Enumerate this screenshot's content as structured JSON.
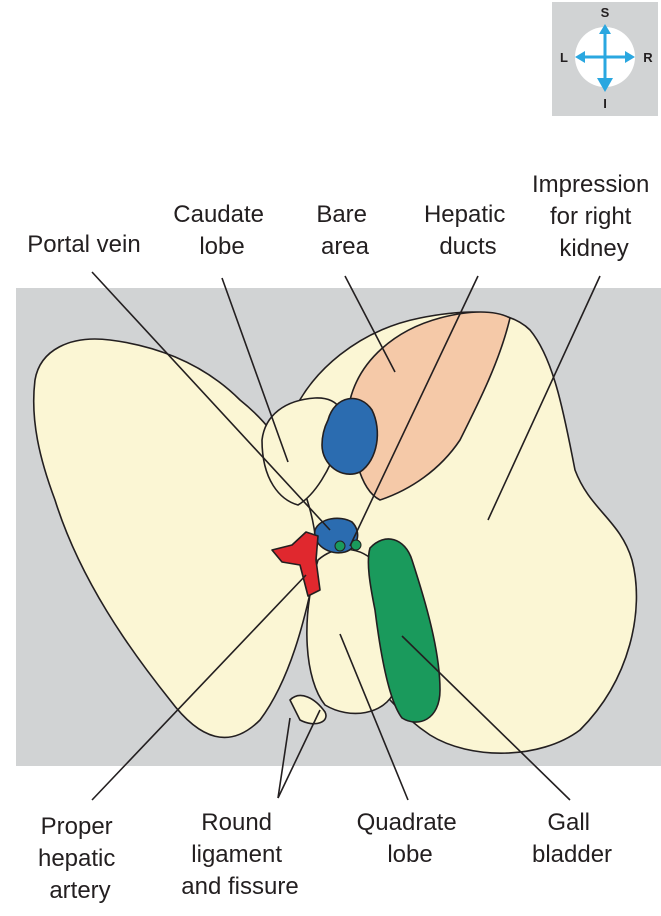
{
  "orientation": {
    "superior": "S",
    "inferior": "I",
    "left": "L",
    "right": "R",
    "arrow_color": "#2aa7e0"
  },
  "labels": {
    "portal_vein": [
      "Portal vein"
    ],
    "caudate_lobe": [
      "Caudate",
      "lobe"
    ],
    "bare_area": [
      "Bare",
      "area"
    ],
    "hepatic_ducts": [
      "Hepatic",
      "ducts"
    ],
    "impression_right_kidney": [
      "Impression",
      "for right",
      "kidney"
    ],
    "proper_hepatic_artery": [
      "Proper",
      "hepatic",
      "artery"
    ],
    "round_ligament": [
      "Round",
      "ligament",
      "and fissure"
    ],
    "quadrate_lobe": [
      "Quadrate",
      "lobe"
    ],
    "gall_bladder": [
      "Gall",
      "bladder"
    ]
  },
  "colors": {
    "background_panel": "#d1d3d4",
    "liver": "#fbf6d4",
    "bare_area": "#f5c9a8",
    "portal_vein": "#2b6cb0",
    "artery": "#e0282e",
    "gall_bladder": "#1a9a5c"
  }
}
